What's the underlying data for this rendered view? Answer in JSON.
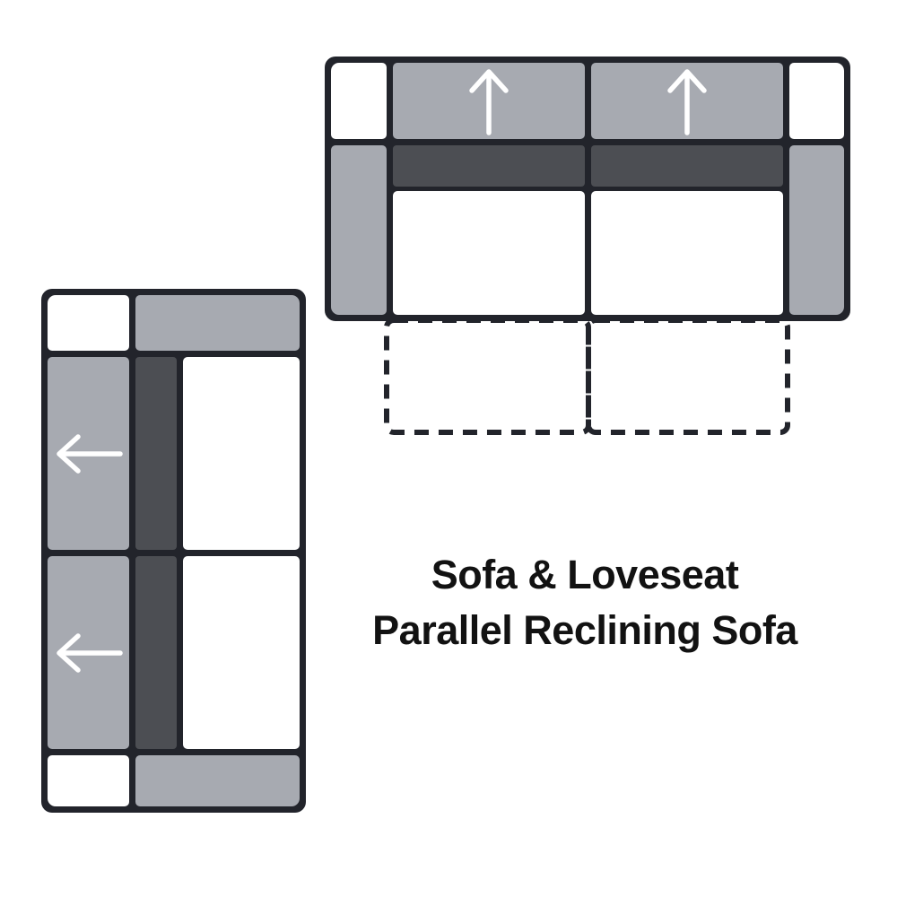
{
  "title": {
    "line1": "Sofa & Loveseat",
    "line2": "Parallel Reclining Sofa"
  },
  "diagram": {
    "sofa_top_view": {
      "seat_count": 2,
      "recline_arrow_direction": "up",
      "footrest_footprint": "dashed outline below seats"
    },
    "loveseat_top_view": {
      "seat_count": 2,
      "recline_arrow_direction": "left"
    }
  },
  "colors": {
    "background": "#ffffff",
    "upholstery_gray": "#a7aab1",
    "back_cushion_dark": "#4c4e53",
    "outline_dark": "#22242b",
    "seat_white": "#ffffff",
    "arrow_white": "#ffffff",
    "title_black": "#121212"
  }
}
